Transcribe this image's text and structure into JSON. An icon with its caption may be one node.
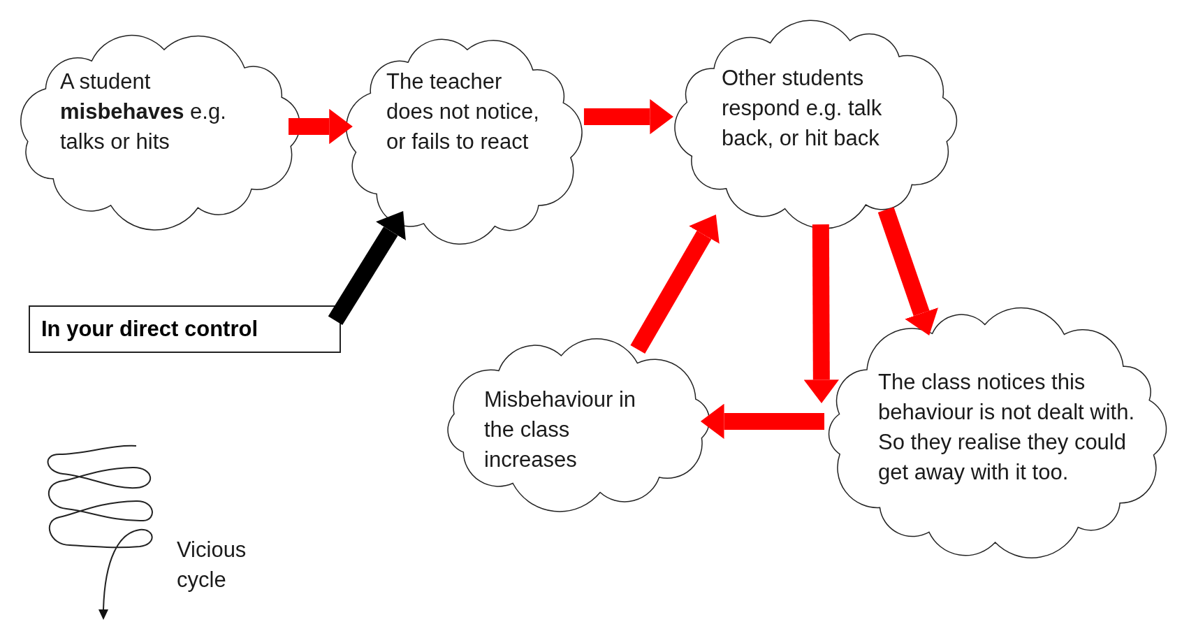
{
  "diagram": {
    "nodes": [
      {
        "text": [
          "A student **misbehaves** e.g. talks or hits"
        ]
      },
      {
        "text": [
          "The teacher does not notice, or fails to react"
        ]
      },
      {
        "text": [
          "Other students respond e.g. talk back, or hit back"
        ]
      },
      {
        "text": [
          "Misbehaviour in the class increases"
        ]
      },
      {
        "text": [
          "The class notices this behaviour is not dealt with. So they realise they could get away with it too."
        ]
      },
      {
        "text": [
          "In your direct control"
        ]
      }
    ],
    "edges": [
      {
        "from": 0,
        "to": 1,
        "arrow": "to"
      },
      {
        "from": 1,
        "to": 2,
        "arrow": "to"
      },
      {
        "from": 5,
        "to": 1,
        "arrow": "to",
        "color": "#000000"
      },
      {
        "from": 2,
        "to": 4,
        "arrow": "to"
      },
      {
        "from": 2,
        "to": 4,
        "arrow": "to"
      },
      {
        "from": 4,
        "to": 3,
        "arrow": "to"
      },
      {
        "from": 3,
        "to": 2,
        "arrow": "to"
      }
    ],
    "labels": [
      "Vicious cycle"
    ]
  }
}
